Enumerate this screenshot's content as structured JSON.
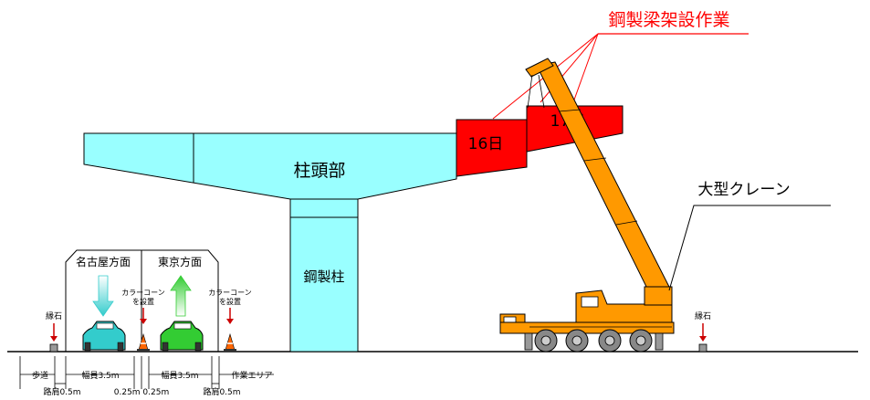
{
  "title": "鋼製梁架設作業",
  "labels": {
    "pier_head": "柱頭部",
    "steel_column": "鋼製柱",
    "crane": "大型クレーン",
    "day1": "16日",
    "day2": "17日",
    "dir_left": "名古屋方面",
    "dir_right": "東京方面",
    "curb_left": "縁石",
    "curb_right": "縁石",
    "cone_note_1a": "カラーコーン",
    "cone_note_1b": "を設置",
    "cone_note_2a": "カラーコーン",
    "cone_note_2b": "を設置"
  },
  "dims": {
    "sidewalk": "歩道",
    "shoulder_l": "路肩0.5m",
    "width_l": "幅員3.5m",
    "gap": "0.25m 0.25m",
    "width_r": "幅員3.5m",
    "work_area": "作業エリア",
    "shoulder_r": "路肩0.5m"
  },
  "colors": {
    "pier": "#99ffff",
    "beam": "#ff0000",
    "crane": "#ff9900",
    "car_left": "#33cccc",
    "car_right": "#33cc33",
    "arrow_left": "#33cccc",
    "arrow_right": "#33cc33",
    "leader": "#ff0000"
  }
}
